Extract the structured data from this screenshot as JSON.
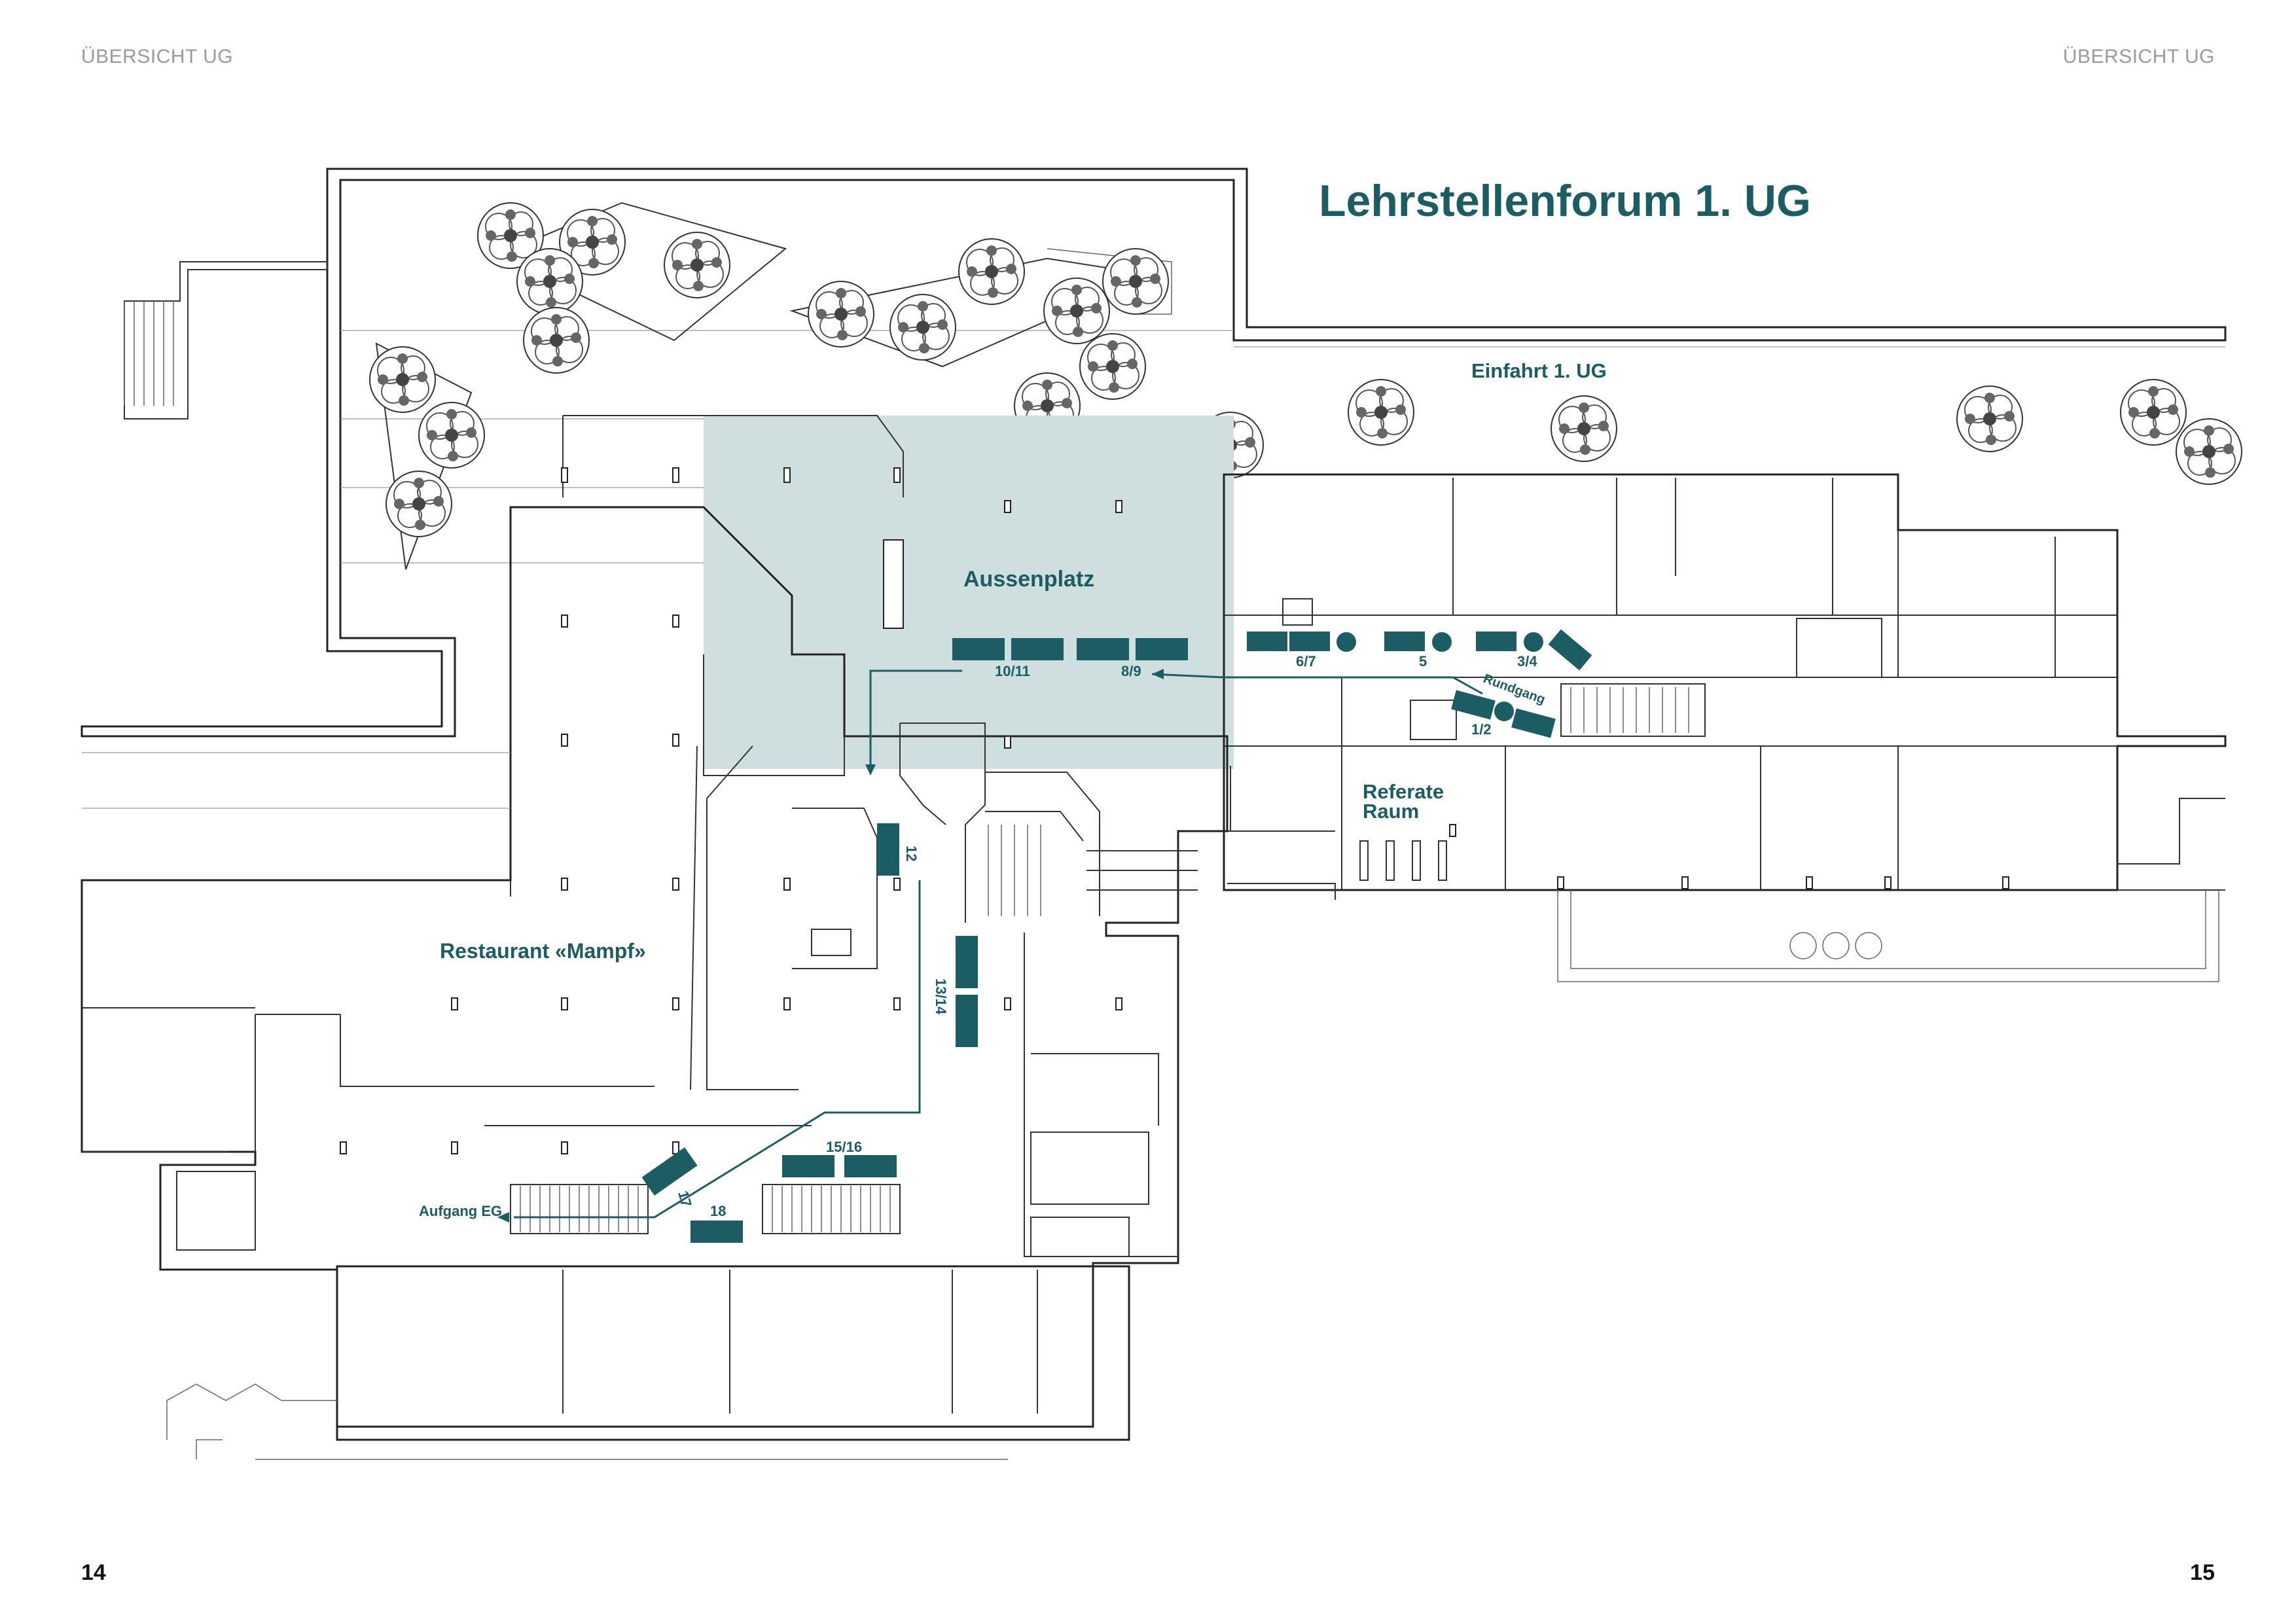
{
  "header": {
    "left": "ÜBERSICHT UG",
    "right": "ÜBERSICHT UG"
  },
  "map": {
    "title": "Lehrstellenforum 1. UG",
    "areas": {
      "einfahrt": "Einfahrt 1. UG",
      "aussenplatz": "Aussenplatz",
      "referate_line1": "Referate",
      "referate_line2": "Raum",
      "restaurant": "Restaurant «Mampf»",
      "aufgang": "Aufgang EG",
      "rundgang": "Rundgang"
    },
    "stands": {
      "s12": "12",
      "s1314": "13/14",
      "s1516": "15/16",
      "s17": "17",
      "s18": "18",
      "s1011": "10/11",
      "s89": "8/9",
      "s67": "6/7",
      "s5": "5",
      "s34": "3/4",
      "s12b": "1/2"
    },
    "colors": {
      "accent": "#1c5c63",
      "highlight": "#cfdfe0"
    }
  },
  "footer": {
    "page_left": "14",
    "page_right": "15"
  }
}
